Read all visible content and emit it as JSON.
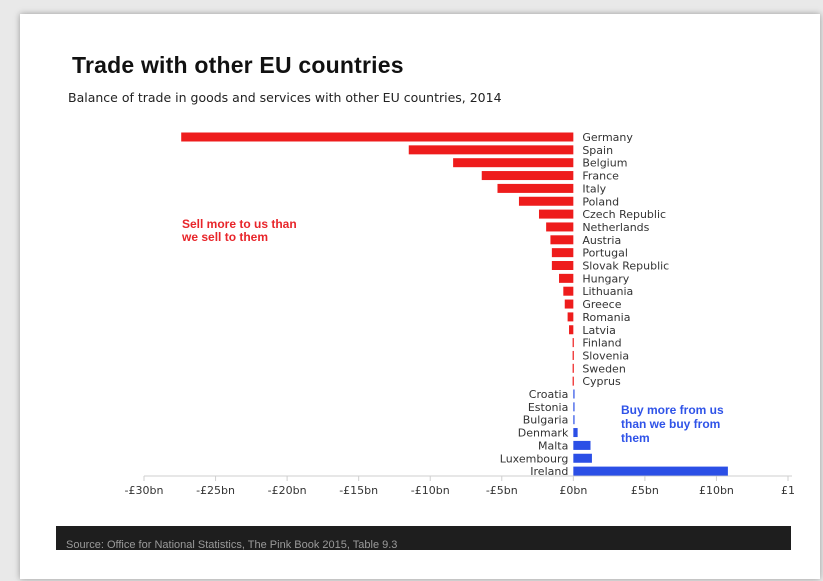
{
  "title": "Trade with other EU countries",
  "subtitle": "Balance of trade in goods and services with other EU countries, 2014",
  "annotations": {
    "sell": [
      "Sell more to us than",
      "we sell to them"
    ],
    "buy": [
      "Buy more from us",
      "than we buy from",
      "them"
    ]
  },
  "colors": {
    "negative": "#ee1c1c",
    "positive": "#2b4fe6",
    "sell_text": "#e8252a",
    "buy_text": "#2f53e8",
    "axis": "#cfcfcf"
  },
  "footer": {
    "source": "Source: Office for National Statistics, The Pink Book 2015, Table 9.3"
  },
  "chart_data": {
    "type": "bar",
    "orientation": "horizontal",
    "title": "Trade with other EU countries",
    "subtitle": "Balance of trade in goods and services with other EU countries, 2014",
    "xlim": [
      -30,
      15
    ],
    "x_ticks": [
      -30,
      -25,
      -20,
      -15,
      -10,
      -5,
      0,
      5,
      10,
      15
    ],
    "x_tick_labels": [
      "-£30bn",
      "-£25bn",
      "-£20bn",
      "-£15bn",
      "-£10bn",
      "-£5bn",
      "£0bn",
      "£5bn",
      "£10bn",
      "£1"
    ],
    "categories": [
      "Germany",
      "Spain",
      "Belgium",
      "France",
      "Italy",
      "Poland",
      "Czech Republic",
      "Netherlands",
      "Austria",
      "Portugal",
      "Slovak Republic",
      "Hungary",
      "Lithuania",
      "Greece",
      "Romania",
      "Latvia",
      "Finland",
      "Slovenia",
      "Sweden",
      "Cyprus",
      "Croatia",
      "Estonia",
      "Bulgaria",
      "Denmark",
      "Malta",
      "Luxembourg",
      "Ireland"
    ],
    "values": [
      -27.4,
      -11.5,
      -8.4,
      -6.4,
      -5.3,
      -3.8,
      -2.4,
      -1.9,
      -1.6,
      -1.5,
      -1.5,
      -1.0,
      -0.7,
      -0.6,
      -0.4,
      -0.3,
      -0.05,
      -0.05,
      -0.05,
      -0.05,
      0.05,
      0.05,
      0.05,
      0.3,
      1.2,
      1.3,
      10.8
    ],
    "grid": false,
    "legend": "none"
  }
}
